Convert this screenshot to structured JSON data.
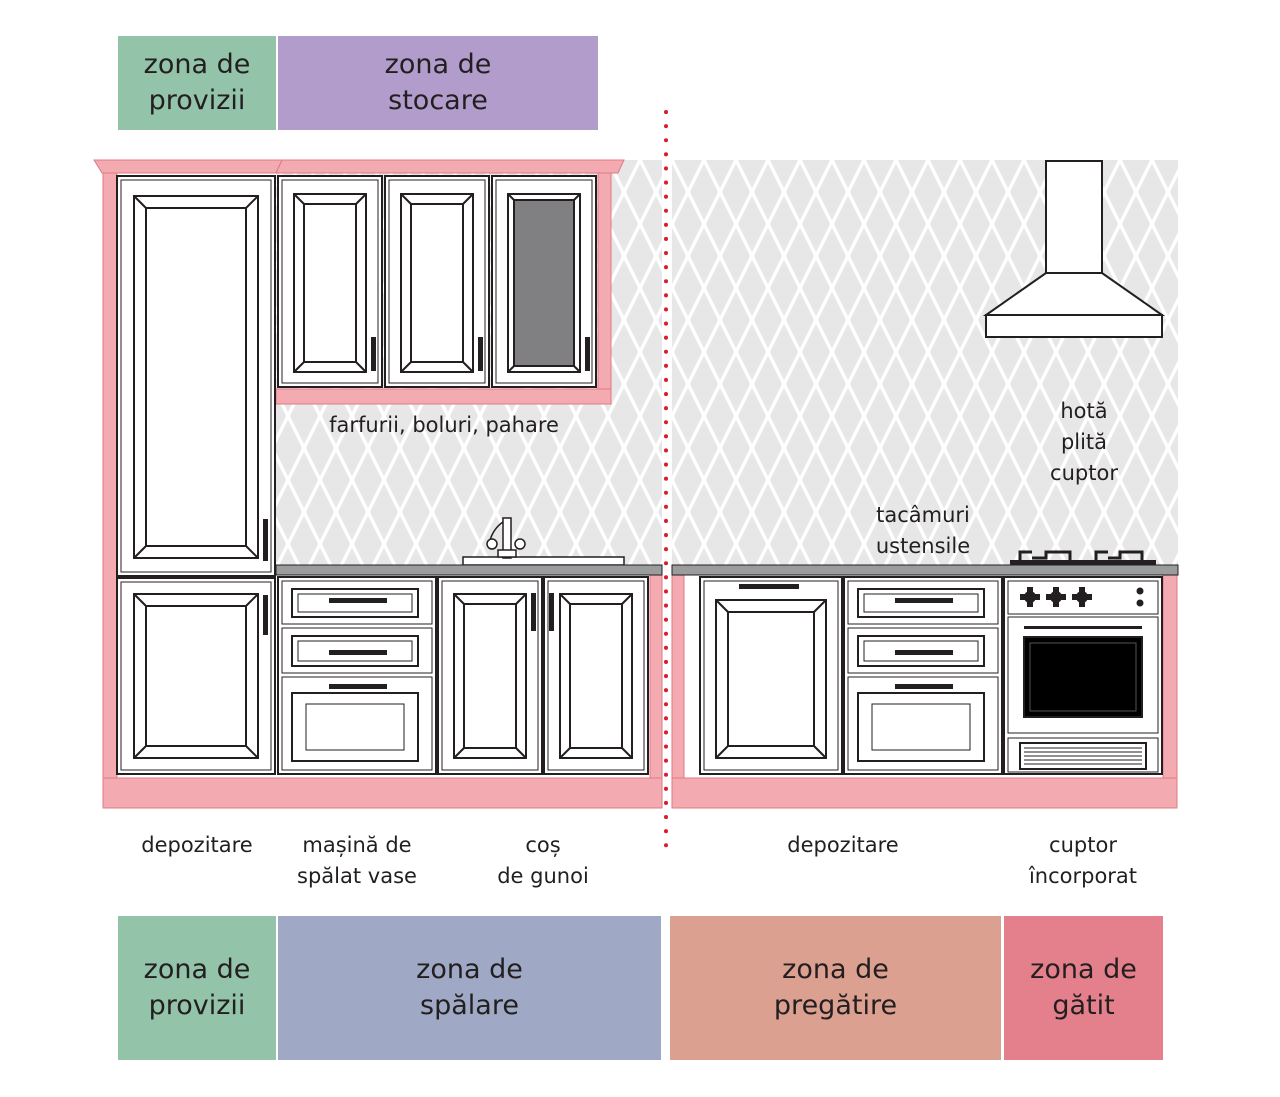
{
  "colors": {
    "provizii": "#93c3a9",
    "stocare": "#b19ccb",
    "spalare": "#9fa9c5",
    "pregatire": "#dba08f",
    "gatit": "#e4808b",
    "accent_pink": "#f3aab0",
    "divider_red": "#d71e2b",
    "tile_bg": "#e7e7e8",
    "glass": "#808083"
  },
  "top_zones": [
    {
      "text": "zona de\nprovizii",
      "color_key": "provizii"
    },
    {
      "text": "zona de\nstocare",
      "color_key": "stocare"
    }
  ],
  "bottom_zones": [
    {
      "text": "zona de\nprovizii",
      "color_key": "provizii"
    },
    {
      "text": "zona de\nspălare",
      "color_key": "spalare"
    },
    {
      "text": "zona de\npregătire",
      "color_key": "pregatire"
    },
    {
      "text": "zona de\ngătit",
      "color_key": "gatit"
    }
  ],
  "labels": {
    "upper_cabinets": "farfurii, boluri, pahare",
    "cooking_appliances": "hotă\nplită\ncuptor",
    "cutlery": "tacâmuri\nustensile",
    "storage_left": "depozitare",
    "dishwasher": "mașină de\nspălat vase",
    "trash": "coș\nde gunoi",
    "storage_right": "depozitare",
    "built_in_oven": "cuptor\nîncorporat"
  },
  "icons": [
    "sink-faucet-icon",
    "range-hood-icon",
    "stove-burner-icon",
    "oven-icon"
  ]
}
